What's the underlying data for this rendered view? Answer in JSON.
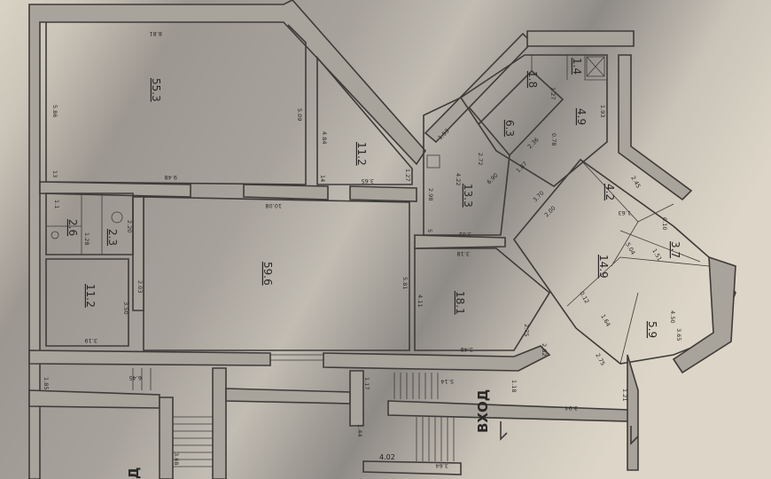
{
  "plan": {
    "rooms": [
      {
        "area": "55.3"
      },
      {
        "area": "11.2"
      },
      {
        "area": "59.6"
      },
      {
        "area": "11.2"
      },
      {
        "area": "2.6"
      },
      {
        "area": "2.3"
      },
      {
        "area": "1.1"
      },
      {
        "area": "18.1"
      },
      {
        "area": "13.3"
      },
      {
        "area": "6.3"
      },
      {
        "area": "1.8"
      },
      {
        "area": "1.4"
      },
      {
        "area": "4.9"
      },
      {
        "area": "4.2"
      },
      {
        "area": "14.9"
      },
      {
        "area": "3.7"
      },
      {
        "area": "5.9"
      }
    ],
    "dimensions": [
      "8.81",
      "5.86",
      "5.09",
      "9.48",
      "13",
      "4.84",
      "1.27",
      "3.65",
      "14",
      "10.08",
      "2.98",
      "4.22",
      "5",
      "3.02",
      "3.18",
      "5.81",
      "4.11",
      "3.48",
      "2.75",
      "2.82",
      "1.18",
      "5.14",
      "1.17",
      "6.45",
      "1.85",
      "3.19",
      "3.50",
      "2.03",
      "3.94",
      "1.21",
      "1.44",
      "3.64",
      "4.02",
      "3.68",
      "2.36",
      "0.78",
      "1.87",
      "6.90",
      "2.72",
      "1.53",
      "1.93",
      "1.27",
      "2.00",
      "3.70",
      "1.63",
      "2.45",
      "0.10",
      "5.04",
      "1.51",
      "4.50",
      "3.65",
      "2.75",
      "1.64",
      "0.12",
      "2.20",
      "1.28"
    ],
    "entrance_label": "ВХОД",
    "partial_label": "Д"
  },
  "colors": {
    "paper": "#cfc9bd",
    "shadow": "#8d8882",
    "wall": "#a8a39b",
    "ink": "#3e3b38"
  }
}
